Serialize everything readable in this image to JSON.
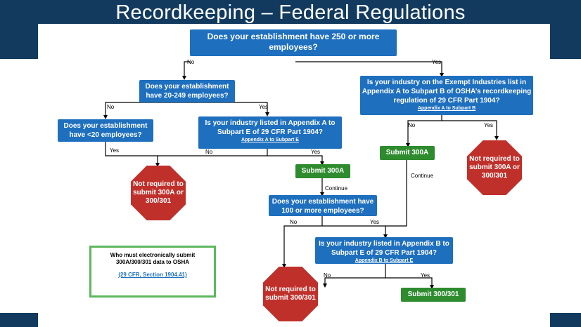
{
  "title": "Recordkeeping – Federal Regulations",
  "q_top": "Does your establishment have 250 or more employees?",
  "q_20_249": "Does your establishment have 20-249 employees?",
  "q_lt20": "Does your establishment have <20 employees?",
  "q_appA_E": "Is your industry listed in Appendix A to Subpart E of 29 CFR Part 1904?",
  "link_appA_E": "Appendix A to Subpart E",
  "q_exempt": "Is your industry on the Exempt Industries list in Appendix A to Subpart B of OSHA’s recordkeeping regulation of 29 CFR Part 1904?",
  "link_appA_B": "Appendix A to Subpart B",
  "q_100": "Does your establishment have 100 or more employees?",
  "q_appB_E": "Is your industry listed in Appendix B to Subpart E of 29 CFR Part 1904?",
  "link_appB_E": "Appendix B to Subpart E",
  "submit_300a": "Submit 300A",
  "submit_300_301": "Submit 300/301",
  "stop_1": "Not required to submit 300A or 300/301",
  "stop_2": "Not required to submit 300A or 300/301",
  "stop_3": "Not required to submit 300/301",
  "yes": "Yes",
  "no": "No",
  "continue": "Continue",
  "info_title": "Who must electronically submit 300A/300/301 data to OSHA",
  "info_cite": "(29 CFR, Section 1904.41)"
}
